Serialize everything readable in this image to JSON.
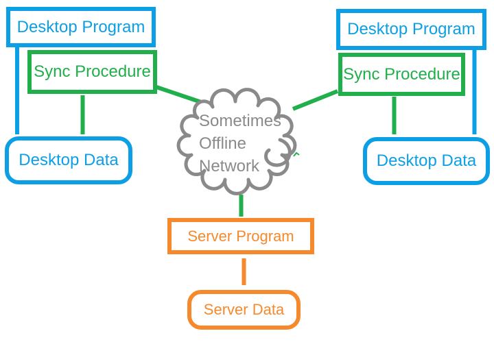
{
  "colors": {
    "blue": "#0C9FE5",
    "green": "#21AF4B",
    "orange": "#F6892C",
    "gray": "#8A8A8A"
  },
  "nodes": {
    "left": {
      "desktop_program": "Desktop Program",
      "sync_procedure": "Sync Procedure",
      "desktop_data": "Desktop Data"
    },
    "right": {
      "desktop_program": "Desktop Program",
      "sync_procedure": "Sync Procedure",
      "desktop_data": "Desktop Data"
    },
    "cloud": {
      "label": "Sometimes Offline Network",
      "lines": [
        "Sometimes",
        "Offline",
        "Network"
      ]
    },
    "server": {
      "server_program": "Server Program",
      "server_data": "Server Data"
    }
  }
}
